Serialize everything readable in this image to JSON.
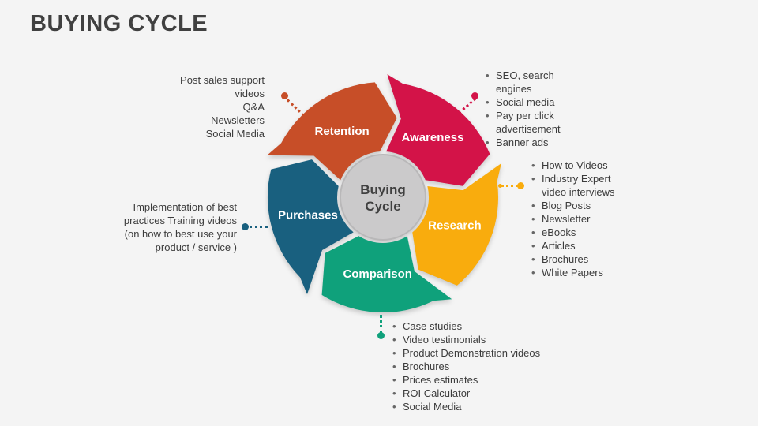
{
  "slide": {
    "title": "BUYING CYCLE",
    "background_color": "#F4F4F4",
    "title_color": "#404040",
    "text_color": "#3C3C3C"
  },
  "wheel": {
    "center_label": [
      "Buying",
      "Cycle"
    ],
    "center_fill": "#CBCACB",
    "center_stroke": "#B9B8B9",
    "segments": [
      {
        "id": "awareness",
        "label": "Awareness",
        "color": "#D31348"
      },
      {
        "id": "research",
        "label": "Research",
        "color": "#F9AC0D"
      },
      {
        "id": "comparison",
        "label": "Comparison",
        "color": "#0FA17B"
      },
      {
        "id": "purchases",
        "label": "Purchases",
        "color": "#19607F"
      },
      {
        "id": "retention",
        "label": "Retention",
        "color": "#C74E28"
      }
    ]
  },
  "annotations": {
    "retention": {
      "lines": [
        "Post sales support",
        "videos",
        "Q&A",
        "Newsletters",
        "Social Media"
      ]
    },
    "awareness": {
      "items": [
        "SEO, search engines",
        "Social media",
        "Pay per click advertisement",
        "Banner ads"
      ]
    },
    "research": {
      "items": [
        "How to Videos",
        "Industry Expert video interviews",
        "Blog Posts",
        "Newsletter",
        "eBooks",
        "Articles",
        "Brochures",
        "White Papers"
      ]
    },
    "comparison": {
      "items": [
        "Case studies",
        "Video testimonials",
        "Product Demonstration videos",
        "Brochures",
        "Prices estimates",
        "ROI Calculator",
        "Social Media"
      ]
    },
    "purchases": {
      "lines": [
        "Implementation of best",
        "practices Training videos",
        "(on how to best use your",
        "product / service )"
      ]
    }
  }
}
